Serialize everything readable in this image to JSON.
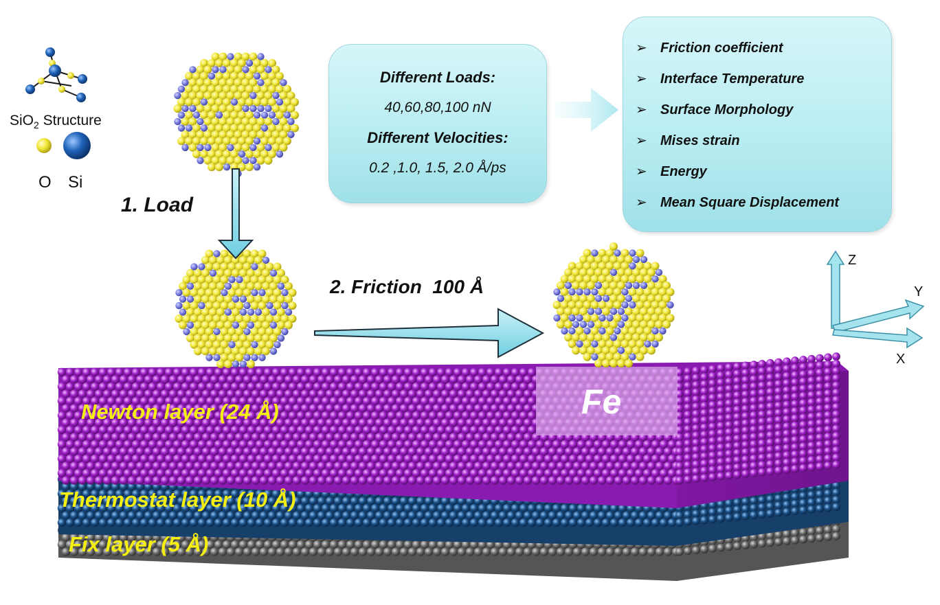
{
  "legend": {
    "structure_label_prefix": "SiO",
    "structure_label_sub": "2",
    "structure_label_suffix": " Structure",
    "oxygen_label": "O",
    "silicon_label": "Si"
  },
  "steps": {
    "load": "1. Load",
    "friction": "2. Friction  100 Å"
  },
  "conditions": {
    "loads_title": "Different Loads:",
    "loads_values": "40,60,80,100 nN",
    "velocities_title": "Different Velocities:",
    "velocities_values": "0.2 ,1.0, 1.5, 2.0 Å/ps"
  },
  "outputs": [
    "Friction coefficient",
    "Interface Temperature",
    "Surface Morphology",
    "Mises strain",
    "Energy",
    "Mean Square Displacement"
  ],
  "substrate": {
    "material": "Fe",
    "layers": [
      {
        "label": "Newton layer (24 Å)"
      },
      {
        "label": "Thermostat layer (10 Å)"
      },
      {
        "label": "Fix layer (5 Å)"
      }
    ]
  },
  "axes": {
    "z": "Z",
    "y": "Y",
    "x": "X"
  },
  "colors": {
    "oxygen": "#f2e83a",
    "silicon": "#7b7fe0",
    "si_legend": "#1f62b8",
    "newton_layer": "#a020c8",
    "thermostat_layer": "#1a4f86",
    "fix_layer": "#6c6c6c",
    "arrow_fill": "#8fdcec",
    "layer_text": "#f4ef10"
  }
}
